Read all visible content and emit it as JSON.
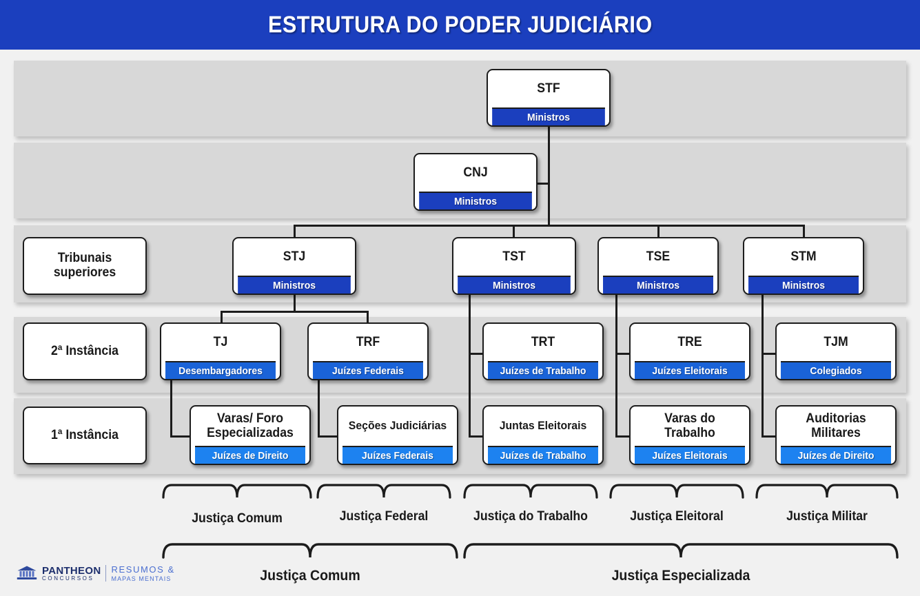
{
  "header": {
    "title": "ESTRUTURA DO PODER JUDICIÁRIO",
    "background_color": "#1b3fbe",
    "text_color": "#ffffff"
  },
  "palette": {
    "page_background": "#f1f1f1",
    "band_background": "#d8d8d8",
    "box_background": "#ffffff",
    "box_border": "#1c1c1c",
    "tier0_bar": "#1b3fbe",
    "tier1_bar": "#1a63d8",
    "tier2_bar": "#1d82f0",
    "connector": "#1c1c1c",
    "text": "#191919"
  },
  "row_labels": {
    "tribunais_superiores": "Tribunais\nsuperiores",
    "segunda_instancia": "2ª Instância",
    "primeira_instancia": "1ª Instância"
  },
  "nodes": {
    "stf": {
      "title": "STF",
      "sub": "Ministros"
    },
    "cnj": {
      "title": "CNJ",
      "sub": "Ministros"
    },
    "stj": {
      "title": "STJ",
      "sub": "Ministros"
    },
    "tst": {
      "title": "TST",
      "sub": "Ministros"
    },
    "tse": {
      "title": "TSE",
      "sub": "Ministros"
    },
    "stm": {
      "title": "STM",
      "sub": "Ministros"
    },
    "tj": {
      "title": "TJ",
      "sub": "Desembargadores"
    },
    "trf": {
      "title": "TRF",
      "sub": "Juízes Federais"
    },
    "trt": {
      "title": "TRT",
      "sub": "Juízes de Trabalho"
    },
    "tre": {
      "title": "TRE",
      "sub": "Juízes Eleitorais"
    },
    "tjm": {
      "title": "TJM",
      "sub": "Colegiados"
    },
    "varas_foro": {
      "title": "Varas/ Foro\nEspecializadas",
      "sub": "Juízes de Direito"
    },
    "secoes_judiciarias": {
      "title": "Seções Judiciárias",
      "sub": "Juízes Federais"
    },
    "juntas_eleitorais": {
      "title": "Juntas Eleitorais",
      "sub": "Juízes de Trabalho"
    },
    "varas_trabalho": {
      "title": "Varas do\nTrabalho",
      "sub": "Juízes Eleitorais"
    },
    "auditorias_militares": {
      "title": "Auditorias\nMilitares",
      "sub": "Juízes de Direito"
    }
  },
  "branch_labels": {
    "justica_comum": "Justiça Comum",
    "justica_federal": "Justiça Federal",
    "justica_trabalho": "Justiça do Trabalho",
    "justica_eleitoral": "Justiça Eleitoral",
    "justica_militar": "Justiça Militar"
  },
  "summary_labels": {
    "justica_comum": "Justiça Comum",
    "justica_especializada": "Justiça Especializada"
  },
  "logo": {
    "mark": "pantheon-building-icon",
    "name": "PANTHEON",
    "name_sub": "CONCURSOS",
    "tagline_line1": "RESUMOS &",
    "tagline_line2": "MAPAS MENTAIS"
  }
}
